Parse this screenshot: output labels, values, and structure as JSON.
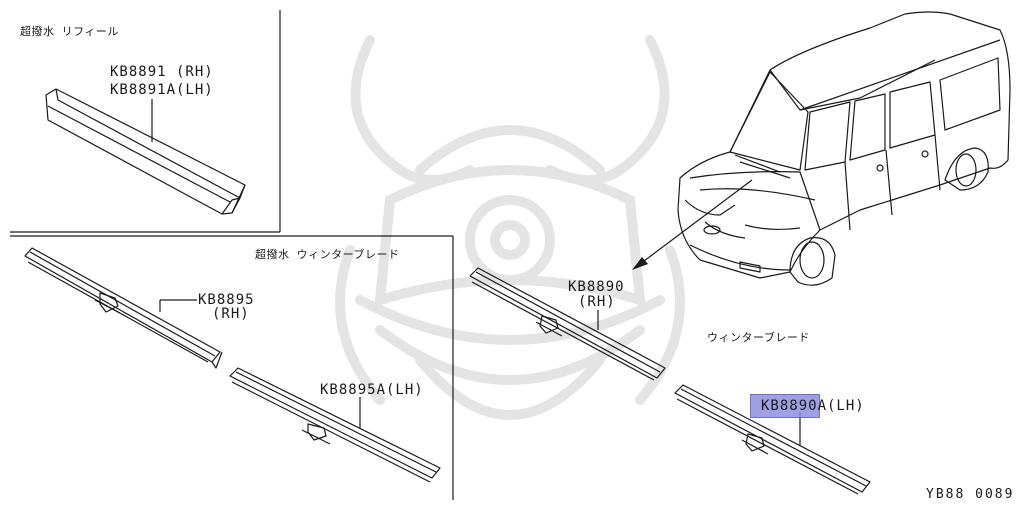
{
  "diagram": {
    "panel_refill_title": "超撥水 リフィール",
    "panel_winter_blade_title": "超撥水 ウィンターブレード",
    "winter_blade_title": "ウィンターブレード",
    "parts": {
      "kb8891_rh": "KB8891 (RH)",
      "kb8891a_lh": "KB8891A(LH)",
      "kb8895": "KB8895",
      "kb8895_rh": "(RH)",
      "kb8895a_lh": "KB8895A(LH)",
      "kb8890": "KB8890",
      "kb8890_rh": "(RH)",
      "kb8890a_lh": "KB8890A(LH)"
    },
    "drawing_code": "YB88 0089"
  },
  "colors": {
    "line": "#1a1a1a",
    "highlight": "#8f8fe0",
    "watermark": "#e6e6e6",
    "background": "#ffffff"
  }
}
